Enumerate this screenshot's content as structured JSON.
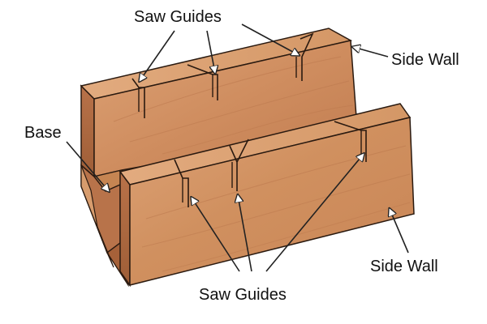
{
  "labels": {
    "saw_guides_top": "Saw Guides",
    "side_wall_back": "Side Wall",
    "base": "Base",
    "side_wall_front": "Side Wall",
    "saw_guides_bottom": "Saw Guides"
  },
  "colors": {
    "wood_light": "#d99b6c",
    "wood_mid": "#c98556",
    "wood_dark": "#a5623a",
    "wood_top": "#e3ad80",
    "outline": "#2a1a10",
    "arrow": "#222222",
    "background": "#ffffff"
  }
}
